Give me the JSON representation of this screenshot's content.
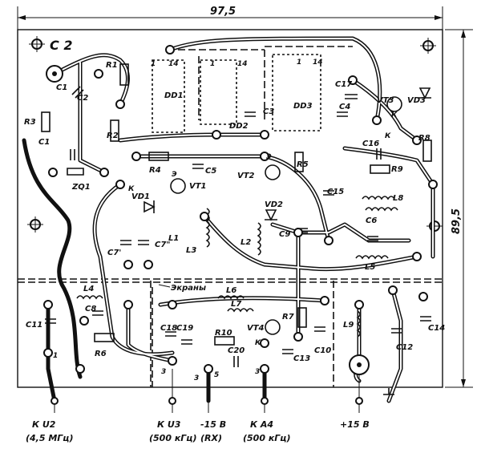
{
  "board": {
    "name": "С 2",
    "width_mm": "97,5",
    "height_mm": "89,5"
  },
  "screen_label": "Экраны",
  "components": {
    "r1": "R1",
    "r2": "R2",
    "r3": "R3",
    "r4": "R4",
    "r5": "R5",
    "r6": "R6",
    "r7": "R7",
    "r8": "R8",
    "r9": "R9",
    "r10": "R10",
    "c1": "C1",
    "c2": "C2",
    "c3": "C3",
    "c4": "C4",
    "c5": "C5",
    "c6": "C6",
    "c7a": "C7'",
    "c7b": "C7\"",
    "c8": "C8",
    "c9": "C9",
    "c10": "C10",
    "c11": "C11",
    "c12": "C12",
    "c13": "C13",
    "c14": "C14",
    "c15": "C15",
    "c16": "C16",
    "c17": "C17",
    "c18": "C18",
    "c19": "C19",
    "c20": "C20",
    "l1": "L1",
    "l2": "L2",
    "l3": "L3",
    "l4": "L4",
    "l5": "L5",
    "l6": "L6",
    "l7": "L7",
    "l8": "L8",
    "l9": "L9",
    "vt1": "VT1",
    "vt2": "VT2",
    "vt3": "VT3",
    "vt4": "VT4",
    "vd1": "VD1",
    "vd2": "VD2",
    "vd3": "VD3",
    "dd1": "DD1",
    "dd2": "DD2",
    "dd3": "DD3",
    "zq1": "ZQ1"
  },
  "pin_labels": {
    "p1": "1",
    "p14": "14",
    "p2": "1",
    "p3": "14",
    "p4": "1",
    "p5": "14",
    "e1": "Э",
    "k1": "К",
    "k2": "К",
    "e2": "Э",
    "k3": "К",
    "k4": "К",
    "n1": "1",
    "n2": "3",
    "n3": "5",
    "n4": "3",
    "n5": "3"
  },
  "connectors": [
    {
      "label": "К U2",
      "sub": "(4,5 МГц)"
    },
    {
      "label": "К U3",
      "sub": "(500 кГц)"
    },
    {
      "label": "-15 В",
      "sub": "(RX)"
    },
    {
      "label": "К А4",
      "sub": "(500 кГц)"
    },
    {
      "label": "+15 В",
      "sub": ""
    }
  ]
}
